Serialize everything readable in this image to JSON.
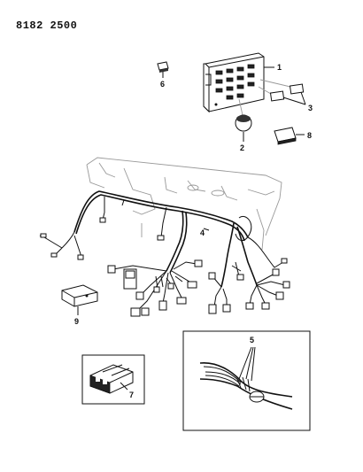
{
  "header": {
    "code": "8182 2500"
  },
  "callouts": {
    "c1": "1",
    "c2": "2",
    "c3": "3",
    "c4": "4",
    "c5": "5",
    "c6": "6",
    "c7": "7",
    "c8": "8",
    "c9": "9"
  }
}
